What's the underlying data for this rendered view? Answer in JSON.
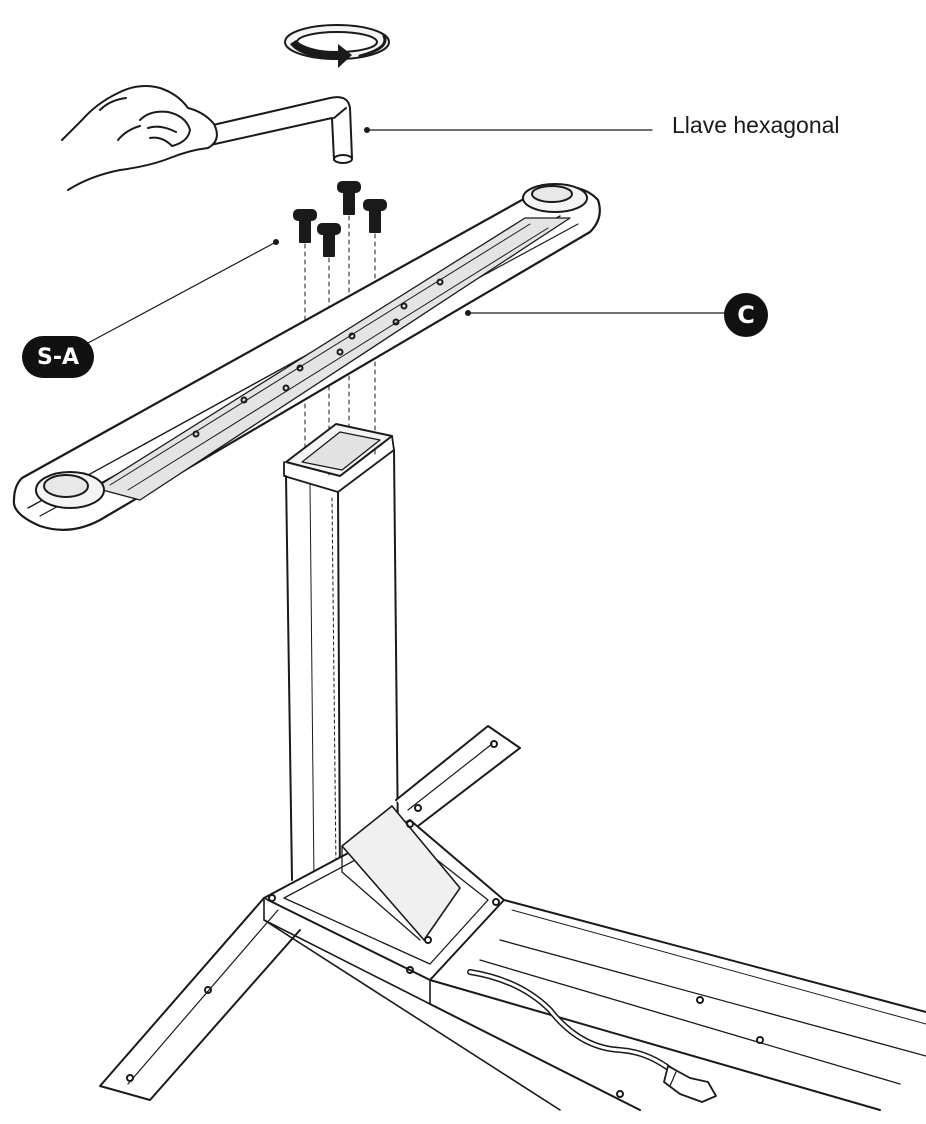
{
  "callouts": {
    "hex_key_label": "Llave hexagonal",
    "screw_badge": "S-A",
    "part_badge": "C"
  },
  "colors": {
    "line": "#1a1a1a",
    "fill_light": "#f2f2f2",
    "fill_mid": "#dddddd",
    "badge": "#111111"
  },
  "icons": {
    "rotation": "counterclockwise-rotation-arrow-icon"
  }
}
